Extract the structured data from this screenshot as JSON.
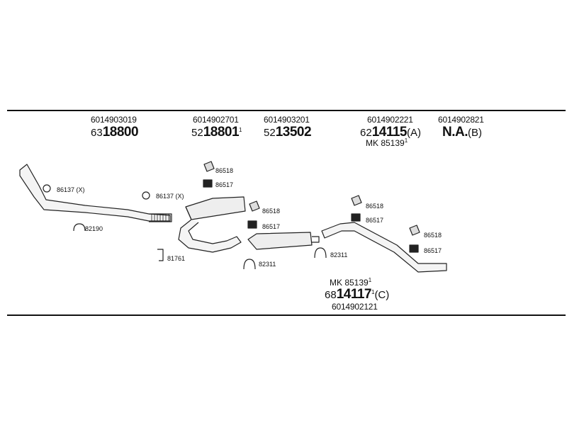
{
  "parts": [
    {
      "number": "6014903019",
      "prefix": "63",
      "code": "18800",
      "sup": "",
      "suffix": ""
    },
    {
      "number": "6014902701",
      "prefix": "52",
      "code": "18801",
      "sup": "1",
      "suffix": ""
    },
    {
      "number": "6014903201",
      "prefix": "52",
      "code": "13502",
      "sup": "",
      "suffix": ""
    },
    {
      "number": "6014902221",
      "prefix": "62",
      "code": "14115",
      "sup": "",
      "suffix": "(A)",
      "kit": "MK 85139",
      "kit_sup": "1"
    },
    {
      "number": "6014902821",
      "prefix": "",
      "code": "N.A.",
      "sup": "",
      "suffix": "(B)"
    }
  ],
  "bottom_part": {
    "kit": "MK 85139",
    "kit_sup": "1",
    "prefix": "68",
    "code": "14117",
    "sup": "1",
    "suffix": "(C)",
    "number": "6014902121"
  },
  "labels": {
    "l86137a": "86137 (X)",
    "l82190": "82190",
    "l86137b": "86137 (X)",
    "l86518a": "86518",
    "l86517a": "86517",
    "l81761": "81761",
    "l86518b": "86518",
    "l86517b": "86517",
    "l82311a": "82311",
    "l82311b": "82311",
    "l86518c": "86518",
    "l86517c": "86517",
    "l86518d": "86518",
    "l86517d": "86517"
  }
}
